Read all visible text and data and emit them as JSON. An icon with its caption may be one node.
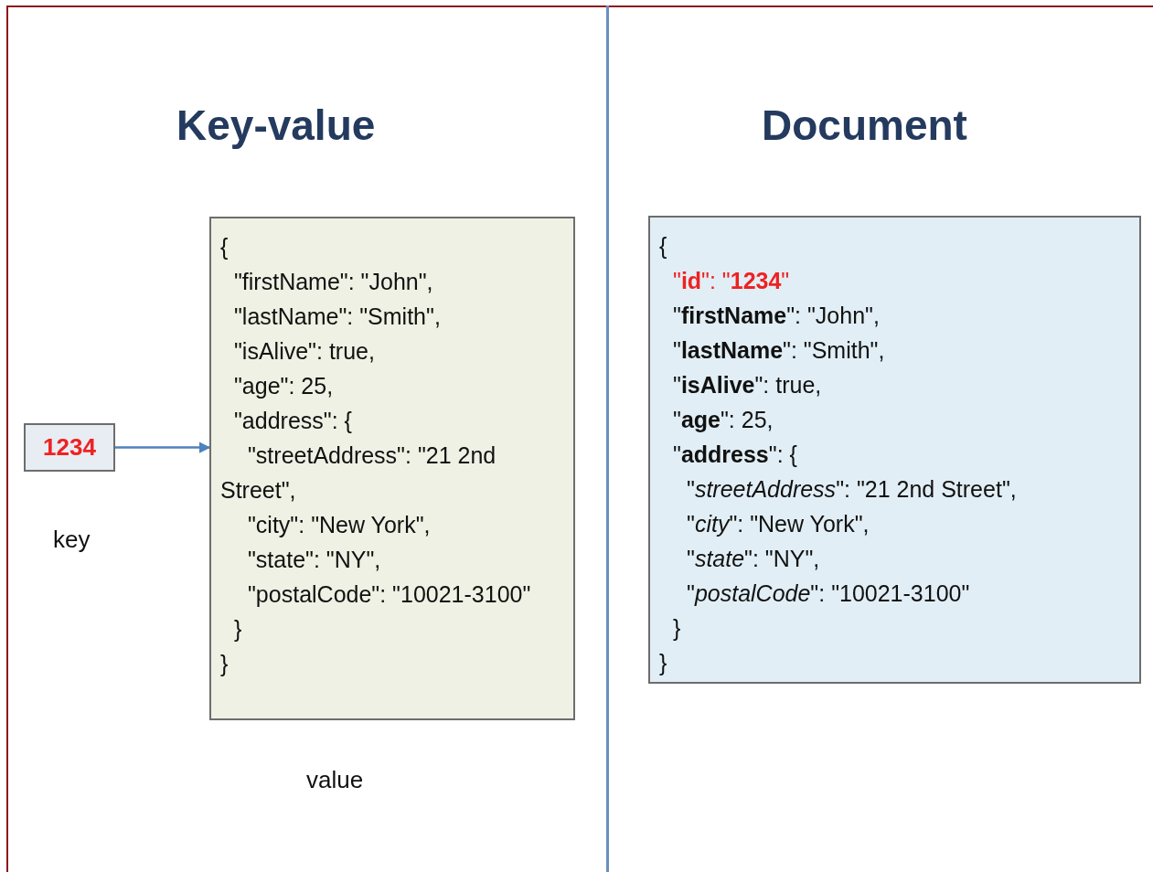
{
  "diagram": {
    "nodes": [
      {
        "text": [
          "1234"
        ],
        "beside": [
          "key"
        ]
      },
      {
        "text": [
          "{",
          "\"firstName\": \"John\",",
          "\"lastName\": \"Smith\",",
          "\"isAlive\": true,",
          "\"age\": 25,",
          "\"address\": {",
          "\"streetAddress\": \"21 2nd Street\",",
          "\"city\": \"New York\",",
          "\"state\": \"NY\",",
          "\"postalCode\": \"10021-3100\"",
          "}",
          "}"
        ],
        "beside": [
          "value"
        ]
      },
      {
        "text": [
          "{",
          "\"**id**\": \"**1234**\"",
          "\"**firstName**\": \"John\",",
          "\"**lastName**\": \"Smith\",",
          "\"**isAlive**\": true,",
          "\"**age**\": 25,",
          "\"**address**\": {",
          "\"*streetAddress*\": \"21 2nd Street\",",
          "\"*city*\": \"New York\",",
          "\"*state*\": \"NY\",",
          "\"*postalCode*\": \"10021-3100\"",
          "}",
          "}"
        ]
      }
    ],
    "edges": [
      {
        "from": 0,
        "to": 1,
        "arrow": "to"
      }
    ],
    "labels": [
      "Key-value",
      "Document"
    ]
  }
}
